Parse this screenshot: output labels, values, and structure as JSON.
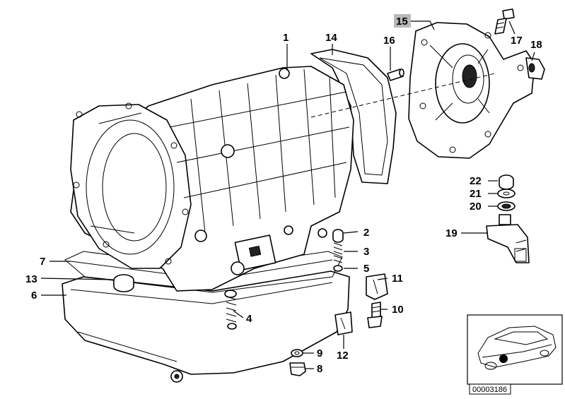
{
  "callouts": [
    {
      "id": "1",
      "label": "1"
    },
    {
      "id": "2",
      "label": "2"
    },
    {
      "id": "3",
      "label": "3"
    },
    {
      "id": "4",
      "label": "4"
    },
    {
      "id": "5",
      "label": "5"
    },
    {
      "id": "6",
      "label": "6"
    },
    {
      "id": "7",
      "label": "7"
    },
    {
      "id": "8",
      "label": "8"
    },
    {
      "id": "9",
      "label": "9"
    },
    {
      "id": "10",
      "label": "10"
    },
    {
      "id": "11",
      "label": "11"
    },
    {
      "id": "12",
      "label": "12"
    },
    {
      "id": "13",
      "label": "13"
    },
    {
      "id": "14",
      "label": "14"
    },
    {
      "id": "15",
      "label": "15",
      "highlighted": true
    },
    {
      "id": "16",
      "label": "16"
    },
    {
      "id": "17",
      "label": "17"
    },
    {
      "id": "18",
      "label": "18"
    },
    {
      "id": "19",
      "label": "19"
    },
    {
      "id": "20",
      "label": "20"
    },
    {
      "id": "21",
      "label": "21"
    },
    {
      "id": "22",
      "label": "22"
    }
  ],
  "inset": {
    "reference_number": "00003186",
    "icon": "car-location-icon"
  },
  "colors": {
    "line": "#000000",
    "background": "#ffffff",
    "highlight": "#b9b9b9"
  }
}
